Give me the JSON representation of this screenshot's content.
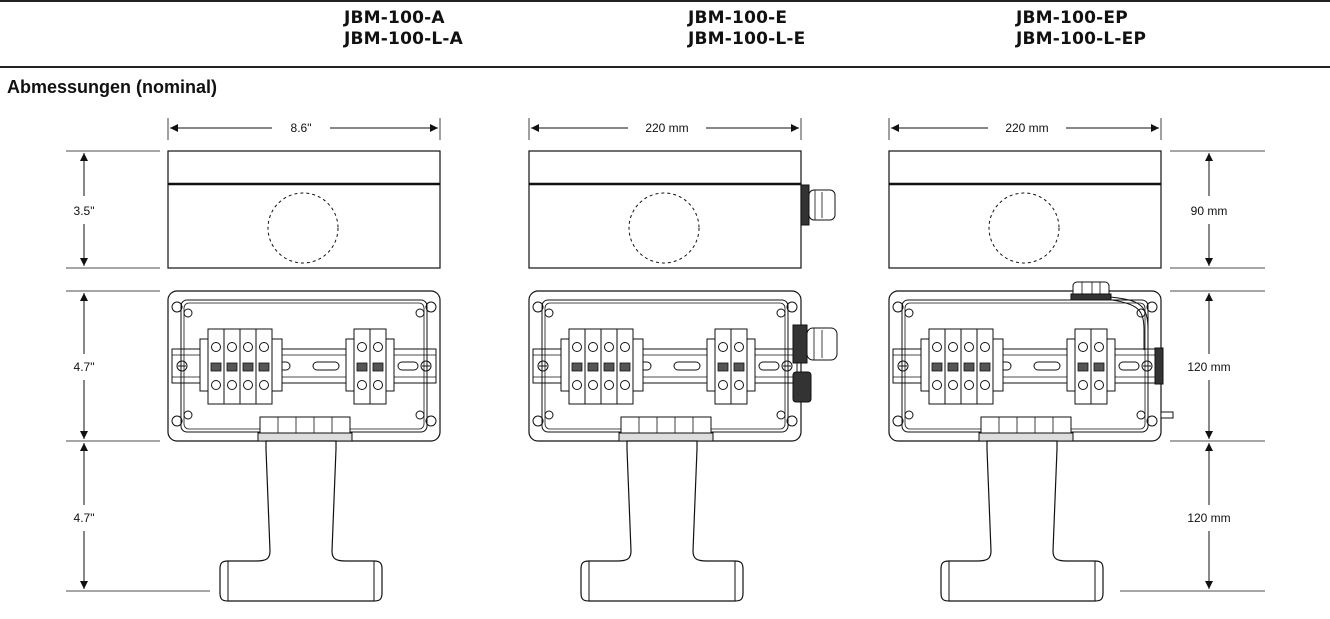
{
  "header": {
    "columns": [
      {
        "line1": "JBM-100-A",
        "line2": "JBM-100-L-A"
      },
      {
        "line1": "JBM-100-E",
        "line2": "JBM-100-L-E"
      },
      {
        "line1": "JBM-100-EP",
        "line2": "JBM-100-L-EP"
      }
    ]
  },
  "section_title": "Abmessungen (nominal)",
  "dimensions": {
    "width_in": "8.6\"",
    "width_mm_e": "220 mm",
    "width_mm_ep": "220 mm",
    "height_in": "3.5\"",
    "depth_in": "4.7\"",
    "mount_in": "4.7\"",
    "height_mm": "90 mm",
    "depth_mm": "120 mm",
    "mount_mm": "120 mm"
  }
}
